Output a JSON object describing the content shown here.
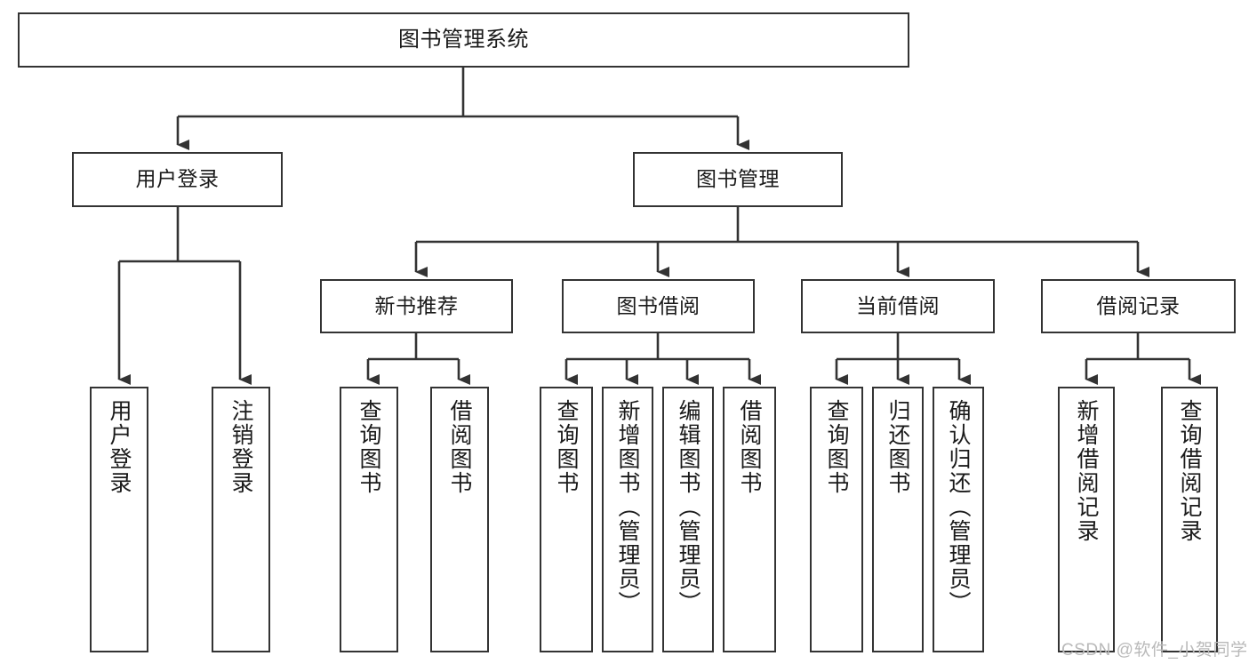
{
  "diagram": {
    "title": "图书管理系统",
    "background": "#ffffff",
    "line_color": "#333333",
    "box_border_color": "#333333",
    "box_fill": "#ffffff",
    "text_color": "#1a1a1a"
  },
  "nodes": {
    "root": {
      "label": "图书管理系统"
    },
    "level2": [
      {
        "label": "用户登录"
      },
      {
        "label": "图书管理"
      }
    ],
    "level3": [
      {
        "label": "新书推荐"
      },
      {
        "label": "图书借阅"
      },
      {
        "label": "当前借阅"
      },
      {
        "label": "借阅记录"
      }
    ],
    "leaves": {
      "user_login": [
        {
          "label": "用户登录"
        },
        {
          "label": "注销登录"
        }
      ],
      "new_book": [
        {
          "label": "查询图书"
        },
        {
          "label": "借阅图书"
        }
      ],
      "book_borrow": [
        {
          "label": "查询图书"
        },
        {
          "label": "新增图书（管理员）"
        },
        {
          "label": "编辑图书（管理员）"
        },
        {
          "label": "借阅图书"
        }
      ],
      "current_borrow": [
        {
          "label": "查询图书"
        },
        {
          "label": "归还图书"
        },
        {
          "label": "确认归还（管理员）"
        }
      ],
      "borrow_record": [
        {
          "label": "新增借阅记录"
        },
        {
          "label": "查询借阅记录"
        }
      ]
    }
  },
  "watermark": {
    "text": "CSDN @软件_小贺同学"
  }
}
